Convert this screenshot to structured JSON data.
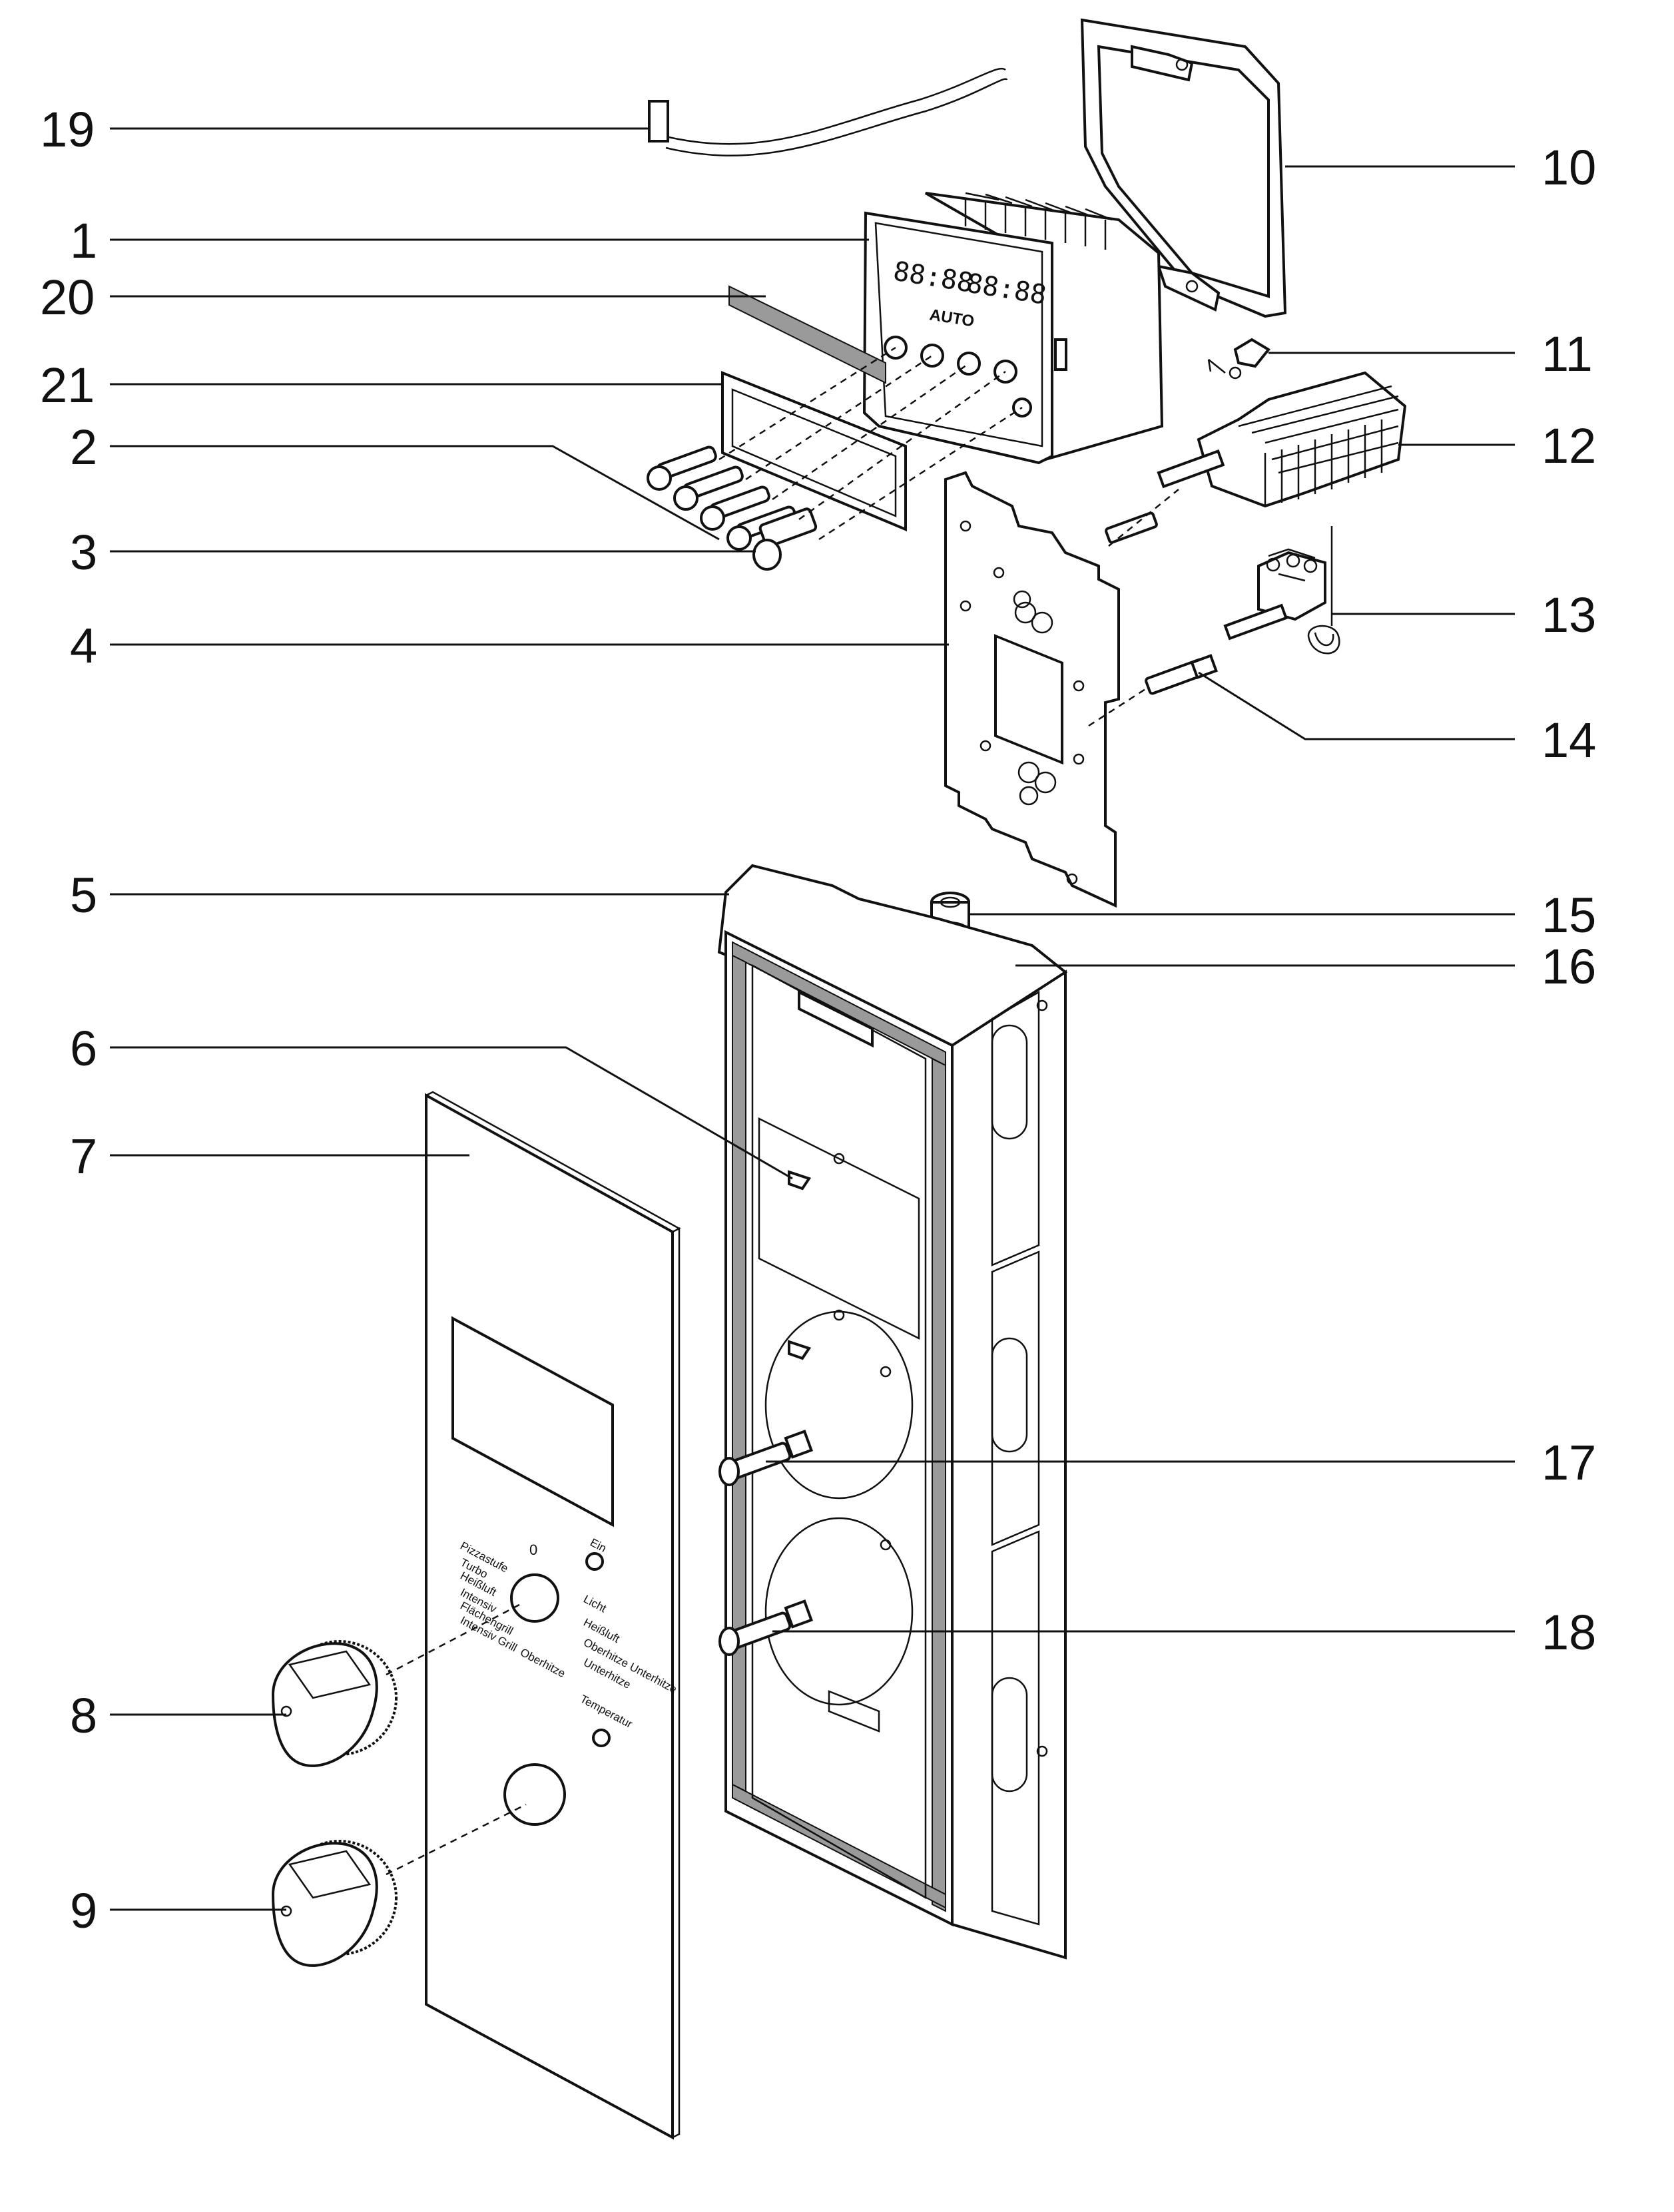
{
  "callouts": [
    {
      "id": "c19",
      "label": "19"
    },
    {
      "id": "c1",
      "label": "1"
    },
    {
      "id": "c20",
      "label": "20"
    },
    {
      "id": "c21",
      "label": "21"
    },
    {
      "id": "c2",
      "label": "2"
    },
    {
      "id": "c3",
      "label": "3"
    },
    {
      "id": "c4",
      "label": "4"
    },
    {
      "id": "c5",
      "label": "5"
    },
    {
      "id": "c6",
      "label": "6"
    },
    {
      "id": "c7",
      "label": "7"
    },
    {
      "id": "c8",
      "label": "8"
    },
    {
      "id": "c9",
      "label": "9"
    },
    {
      "id": "c10",
      "label": "10"
    },
    {
      "id": "c11",
      "label": "11"
    },
    {
      "id": "c12",
      "label": "12"
    },
    {
      "id": "c13",
      "label": "13"
    },
    {
      "id": "c14",
      "label": "14"
    },
    {
      "id": "c15",
      "label": "15"
    },
    {
      "id": "c16",
      "label": "16"
    },
    {
      "id": "c17",
      "label": "17"
    },
    {
      "id": "c18",
      "label": "18"
    }
  ],
  "timer_display": {
    "digits_left": "88:88",
    "digits_right": "88:88",
    "auto_label": "AUTO"
  },
  "panel_text": {
    "mode_labels": [
      "Pizzastufe",
      "Turbo",
      "Heißluft",
      "Intensiv",
      "Flächengrill",
      "Intensiv Grill",
      "Licht",
      "Heißluft",
      "Oberhitze Unterhitze",
      "Unterhitze",
      "Oberhitze"
    ],
    "zero_mark": "0",
    "ein_label": "Ein",
    "temperatur_label": "Temperatur"
  }
}
